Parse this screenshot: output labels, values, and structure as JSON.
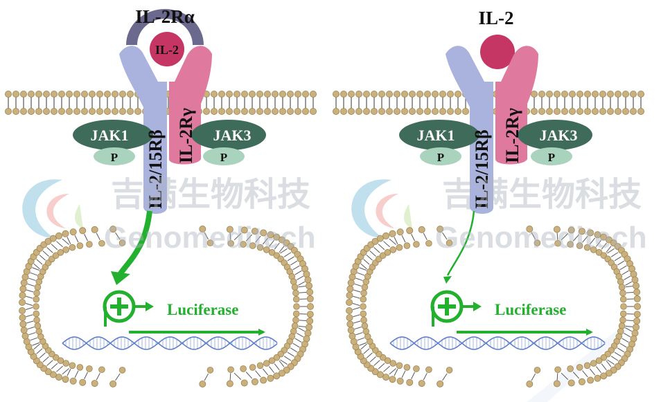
{
  "colors": {
    "membrane_head": "#c9b07d",
    "membrane_head_stroke": "#9c8452",
    "tail": "#555555",
    "il2": "#c53664",
    "il2ra": "#6b6a8e",
    "il2rb": "#a9b3dd",
    "il2rg": "#e0799e",
    "jak": "#3f6b5b",
    "p": "#a9d3bd",
    "signal": "#22b02e",
    "dna": "#5f7fc9",
    "watermark": "#c9ced6"
  },
  "watermark": {
    "chinese": "吉满生物科技",
    "english": "Genomeditech"
  },
  "left_panel": {
    "il2ra_label": "IL-2Rα",
    "il2_label": "IL-2",
    "beta_label": "IL-2/15Rβ",
    "gamma_label": "IL-2Rγ",
    "jak1_label": "JAK1",
    "jak3_label": "JAK3",
    "p_label": "P",
    "luciferase_label": "Luciferase"
  },
  "right_panel": {
    "il2_label": "IL-2",
    "beta_label": "IL-2/15Rβ",
    "gamma_label": "IL-2Rγ",
    "jak1_label": "JAK1",
    "jak3_label": "JAK3",
    "p_label": "P",
    "luciferase_label": "Luciferase"
  }
}
